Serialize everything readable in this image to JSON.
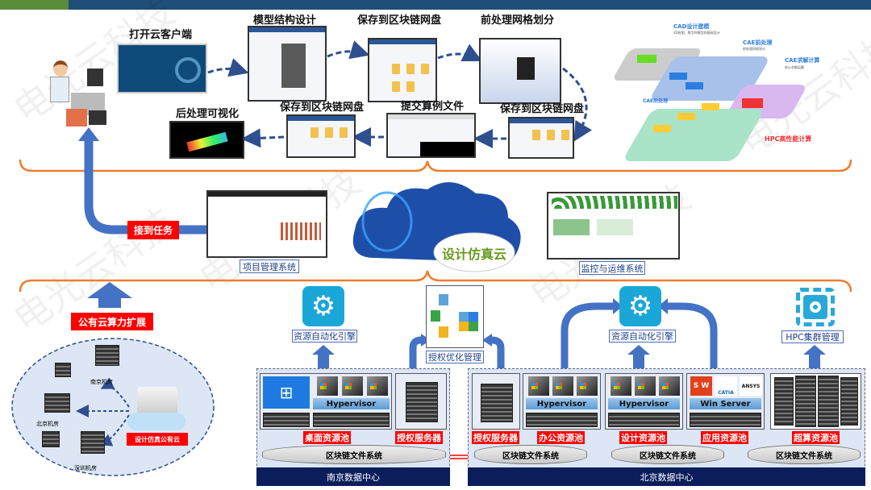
{
  "colors": {
    "header_green": "#5b8c3a",
    "header_blue": "#1f4e79",
    "orange_brace": "#ed7d31",
    "arrow_blue": "#4472c4",
    "red_tag": "#ff0000",
    "navy": "#0b1e5b",
    "gear_blue": "#1aa7d8"
  },
  "watermark": "电光云科技",
  "workflow": {
    "open_client": "打开云客户端",
    "model_design": "模型结构设计",
    "save_1": "保存到区块链网盘",
    "pre_mesh": "前处理网格划分",
    "save_2": "保存到区块链网盘",
    "submit_case": "提交算例文件",
    "save_3": "保存到区块链网盘",
    "post_vis": "后处理可视化"
  },
  "hpc_graphic": {
    "cad": "CAD设计建模",
    "cad_sub": "3D绘图、数字样模型的基础设计",
    "cae_pre": "CAE前处理",
    "cae_pre_sub": "前处理网格划分",
    "cae_solve": "CAE求解计算",
    "cae_solve_sub": "核心求解运算",
    "cae_post": "CAE后处理",
    "hpc": "HPC高性能计算"
  },
  "middle": {
    "receive_task": "接到任务",
    "project_mgmt": "项目管理系统",
    "cloud": "设计仿真云",
    "monitor": "监控与运维系统"
  },
  "public_cloud": {
    "expand": "公有云算力扩展",
    "nanjing_room": "南京机房",
    "beijing_room": "北京机房",
    "shenzhen_room": "深圳机房",
    "public_cloud": "设计仿真公有云"
  },
  "nanjing": {
    "engine": "资源自动化引擎",
    "license_mgmt": "授权优化管理",
    "hypervisor": "Hypervisor",
    "desktop_pool": "桌面资源池",
    "license_server": "授权服务器",
    "fs": "区块链文件系统",
    "name": "南京数据中心"
  },
  "beijing": {
    "engine": "资源自动化引擎",
    "hpc_mgmt": "HPC集群管理",
    "license_server": "授权服务器",
    "hypervisor_1": "Hypervisor",
    "office_pool": "办公资源池",
    "hypervisor_2": "Hypervisor",
    "design_pool": "设计资源池",
    "win_server": "Win Server",
    "app_pool": "应用资源池",
    "sw": "S W",
    "catia": "CATIA",
    "ansys": "ANSYS",
    "super_pool": "超算资源池",
    "fs_1": "区块链文件系统",
    "fs_2": "区块链文件系统",
    "fs_3": "区块链文件系统",
    "name": "北京数据中心"
  }
}
